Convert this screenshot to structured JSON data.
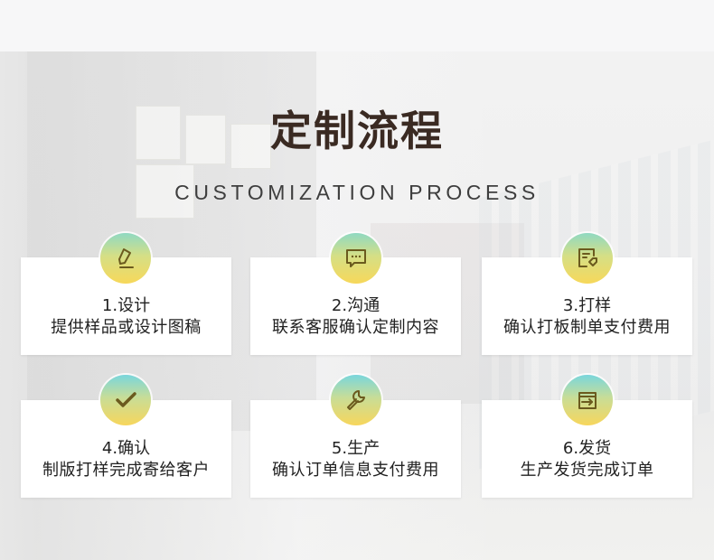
{
  "header": {
    "title": "定制流程",
    "subtitle": "CUSTOMIZATION PROCESS"
  },
  "colors": {
    "title": "#3a2a22",
    "subtitle": "#3e3e3e",
    "icon_stroke": "#6b5a1e",
    "icon_gradient_top": "#8fd9c2",
    "icon_gradient_bottom": "#f7d85a"
  },
  "steps": [
    {
      "step": "1.设计",
      "description": "提供样品或设计图稿",
      "icon": "pencil-icon"
    },
    {
      "step": "2.沟通",
      "description": "联系客服确认定制内容",
      "icon": "chat-bubble-icon"
    },
    {
      "step": "3.打样",
      "description": "确认打板制单支付费用",
      "icon": "document-tag-icon"
    },
    {
      "step": "4.确认",
      "description": "制版打样完成寄给客户",
      "icon": "checkmark-icon"
    },
    {
      "step": "5.生产",
      "description": "确认订单信息支付费用",
      "icon": "wrench-icon"
    },
    {
      "step": "6.发货",
      "description": "生产发货完成订单",
      "icon": "box-arrow-icon"
    }
  ]
}
